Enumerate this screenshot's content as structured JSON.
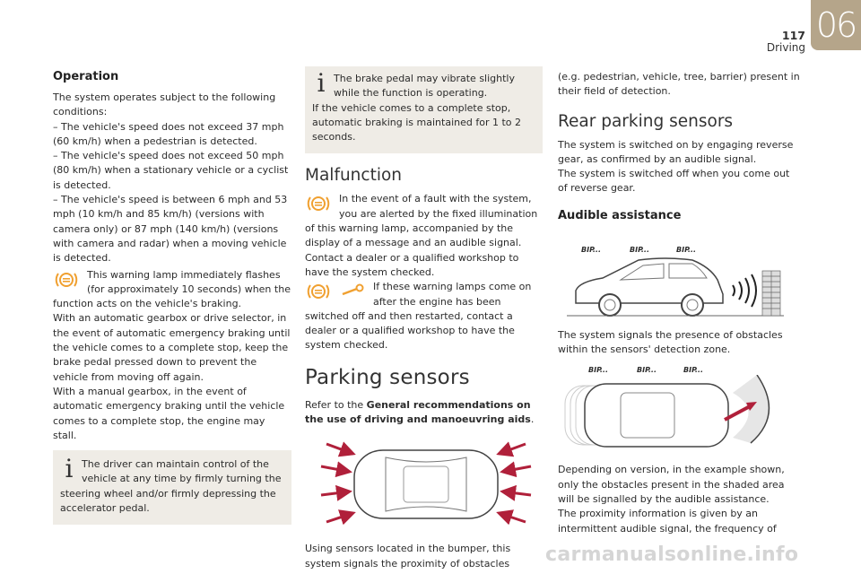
{
  "header": {
    "page_number": "117",
    "section": "Driving",
    "chapter": "06"
  },
  "operation": {
    "heading": "Operation",
    "intro": "The system operates subject to the following conditions:",
    "conditions": [
      "–  The vehicle's speed does not exceed 37 mph (60 km/h) when a pedestrian is detected.",
      "–  The vehicle's speed does not exceed 50 mph (80 km/h) when a stationary vehicle or a cyclist is detected.",
      "–  The vehicle's speed is between 6 mph and 53 mph (10 km/h and 85 km/h) (versions with camera only) or 87 mph (140 km/h) (versions with camera and radar) when a moving vehicle is detected."
    ],
    "lamp_text": "This warning lamp immediately flashes (for approximately 10 seconds) when the function acts on the vehicle's braking.",
    "automatic_text": "With an automatic gearbox or drive selector, in the event of automatic emergency braking until the vehicle comes to a complete stop, keep the brake pedal pressed down to prevent the vehicle from moving off again.",
    "manual_text": "With a manual gearbox, in the event of automatic emergency braking until the vehicle comes to a complete stop, the engine may stall.",
    "note": "The driver can maintain control of the vehicle at any time by firmly turning the steering wheel and/or firmly depressing the accelerator pedal."
  },
  "brake_note": {
    "line1": "The brake pedal may vibrate slightly while the function is operating.",
    "line2": "If the vehicle comes to a complete stop, automatic braking is maintained for 1 to 2 seconds."
  },
  "malfunction": {
    "heading": "Malfunction",
    "text1": "In the event of a fault with the system, you are alerted by the fixed illumination of this warning lamp, accompanied by the display of a message and an audible signal.",
    "text2": "Contact a dealer or a qualified workshop to have the system checked.",
    "text3": "If these warning lamps come on after the engine has been switched off and then restarted, contact a dealer or a qualified workshop to have the system checked."
  },
  "parking": {
    "heading": "Parking sensors",
    "ref_prefix": "Refer to the ",
    "ref_bold": "General recommendations on the use of driving and manoeuvring aids",
    "ref_suffix": ".",
    "sensors_text": "Using sensors located in the bumper, this system signals the proximity of obstacles",
    "continued": "(e.g. pedestrian, vehicle, tree, barrier) present in their field of detection."
  },
  "rear": {
    "heading": "Rear parking sensors",
    "text1": "The system is switched on by engaging reverse gear, as confirmed by an audible signal.",
    "text2": "The system is switched off when you come out of reverse gear.",
    "audible_heading": "Audible assistance",
    "bip_labels": [
      "BIP...",
      "BIP...",
      "BIP..."
    ],
    "text3": "The system signals the presence of obstacles within the sensors' detection zone.",
    "text4": "Depending on version, in the example shown, only the obstacles present in the shaded area will be signalled by the audible assistance.",
    "text5": "The proximity information is given by an intermittent audible signal, the frequency of"
  },
  "watermark": "carmanualsonline.info",
  "colors": {
    "accent_tab": "#b5a58a",
    "note_bg": "#efece6",
    "warning_orange": "#f0a030",
    "arrow_red": "#b0203a"
  }
}
